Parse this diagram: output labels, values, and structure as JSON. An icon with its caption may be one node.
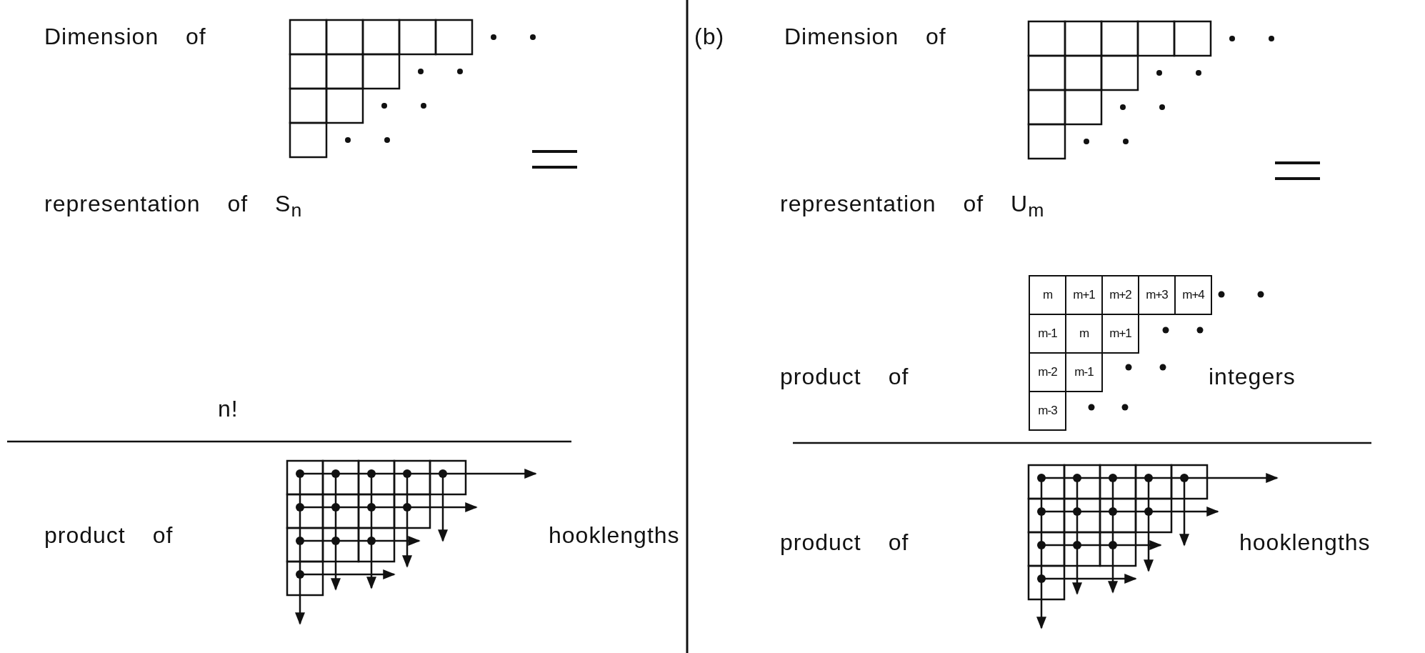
{
  "diagram": {
    "labels": [
      "Dimension of",
      "representation of S$_{n}$",
      "n!",
      "product of",
      "hooklengths",
      "(b)",
      "Dimension of",
      "representation of U$_{m}$",
      "m",
      "m+1",
      "m+2",
      "m+3",
      "m+4",
      "m-1",
      "m",
      "m+1",
      "m-2",
      "m-1",
      "m-3",
      "product of",
      "integers",
      "product of",
      "hooklengths"
    ]
  }
}
